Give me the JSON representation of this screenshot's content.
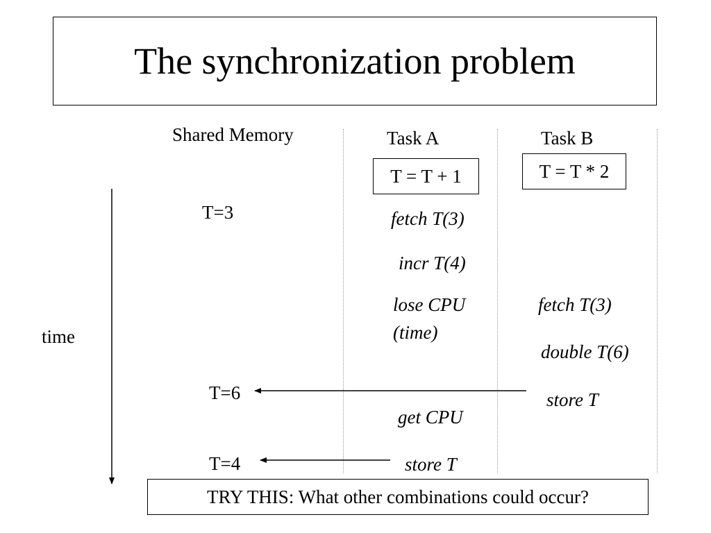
{
  "slide": {
    "title": "The synchronization problem",
    "columns": {
      "shared_memory": "Shared Memory",
      "task_a": "Task A",
      "task_b": "Task B"
    },
    "task_a_code": "T = T + 1",
    "task_b_code": "T = T * 2",
    "time_label": "time",
    "memory_values": [
      "T=3",
      "T=6",
      "T=4"
    ],
    "task_a_steps": [
      "fetch T(3)",
      "incr T(4)",
      "lose CPU",
      "(time)",
      "get CPU",
      "store T"
    ],
    "task_b_steps": [
      "fetch T(3)",
      "double T(6)",
      "store T"
    ],
    "try_this": "TRY THIS: What other combinations could occur?"
  }
}
